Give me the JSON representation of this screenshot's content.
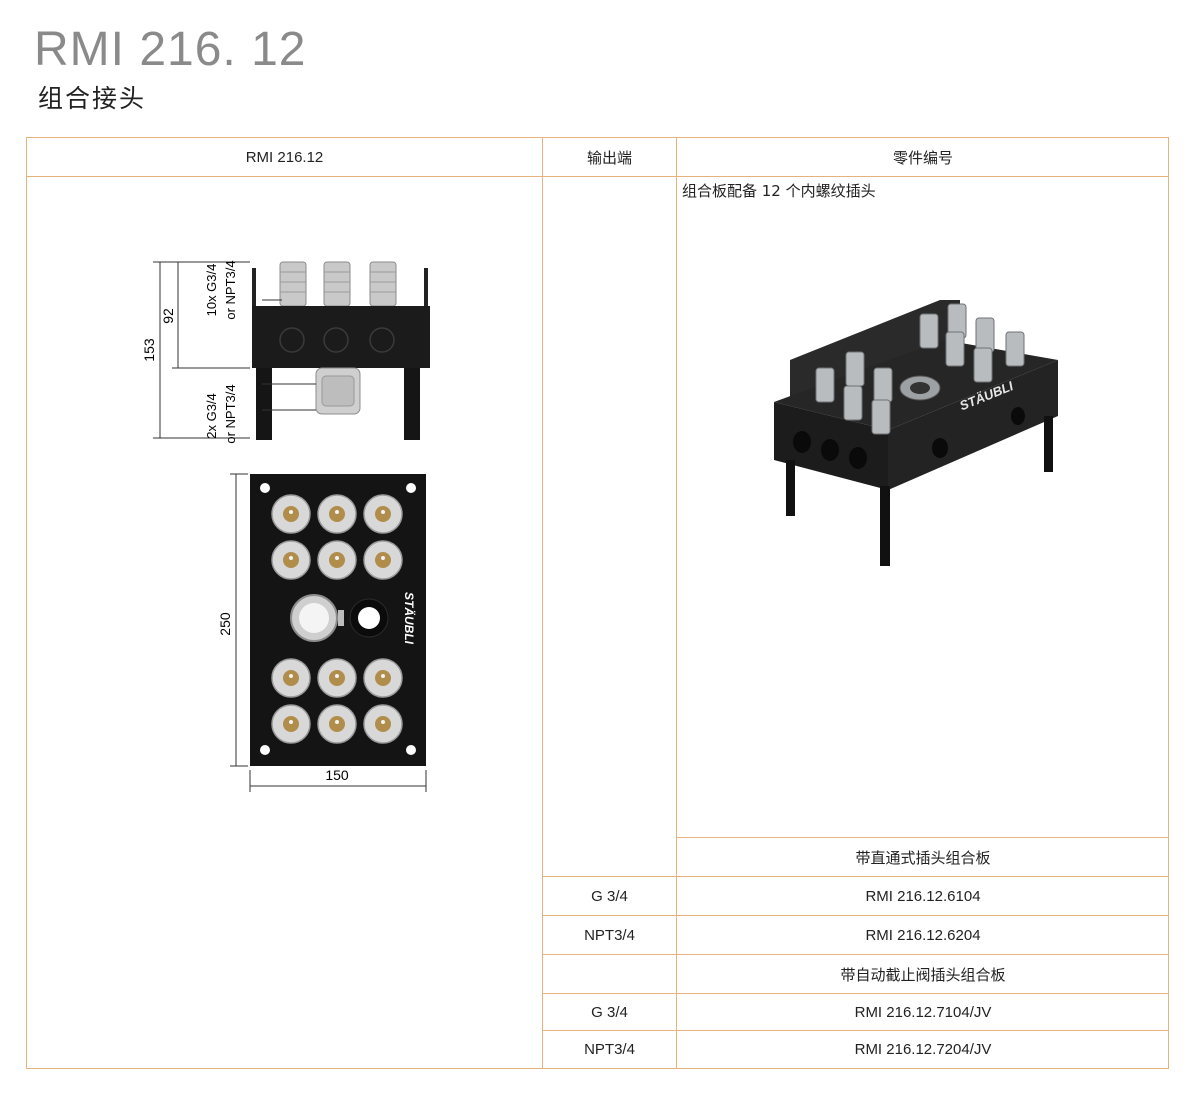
{
  "header": {
    "title": "RMI 216. 12",
    "subtitle": "组合接头"
  },
  "table": {
    "columns": [
      "RMI 216.12",
      "输出端",
      "零件编号"
    ],
    "description": "组合板配备 12 个内螺纹插头",
    "groups": [
      {
        "label": "带直通式插头组合板",
        "rows": [
          {
            "output": "G 3/4",
            "part": "RMI 216.12.6104"
          },
          {
            "output": "NPT3/4",
            "part": "RMI 216.12.6204"
          }
        ]
      },
      {
        "label": "带自动截止阀插头组合板",
        "rows": [
          {
            "output": "G 3/4",
            "part": "RMI 216.12.7104/JV"
          },
          {
            "output": "NPT3/4",
            "part": "RMI 216.12.7204/JV"
          }
        ]
      }
    ]
  },
  "drawing": {
    "dim_153": "153",
    "dim_92": "92",
    "label_top": "10x G3/4",
    "label_top_2": "or NPT3/4",
    "label_bottom": "2x G3/4",
    "label_bottom_2": "or NPT3/4",
    "dim_250": "250",
    "dim_150": "150",
    "brand": "STÄUBLI"
  },
  "photo": {
    "brand": "STÄUBLI"
  },
  "colors": {
    "border": "#e8b27f",
    "plate": "#1a1a1a",
    "title_gray": "#8a8a8a"
  }
}
